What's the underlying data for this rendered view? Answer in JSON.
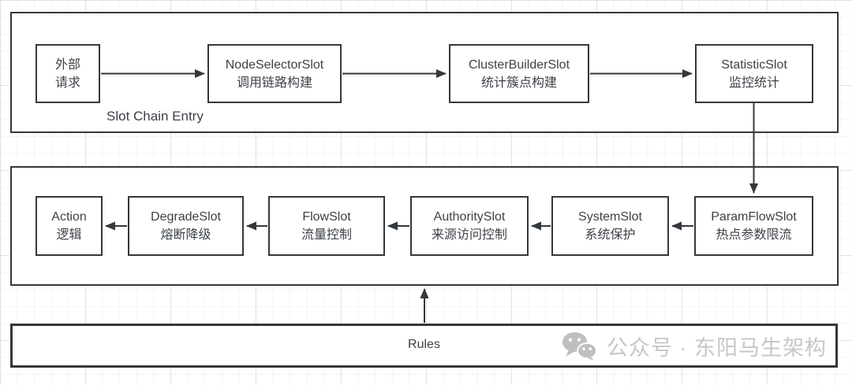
{
  "diagram": {
    "entry_container": {
      "label": "Slot Chain Entry",
      "nodes": [
        {
          "line1": "外部",
          "line2": "请求"
        },
        {
          "line1": "NodeSelectorSlot",
          "line2": "调用链路构建"
        },
        {
          "line1": "ClusterBuilderSlot",
          "line2": "统计簇点构建"
        },
        {
          "line1": "StatisticSlot",
          "line2": "监控统计"
        }
      ]
    },
    "rule_container": {
      "nodes": [
        {
          "line1": "Action",
          "line2": "逻辑"
        },
        {
          "line1": "DegradeSlot",
          "line2": "熔断降级"
        },
        {
          "line1": "FlowSlot",
          "line2": "流量控制"
        },
        {
          "line1": "AuthoritySlot",
          "line2": "来源访问控制"
        },
        {
          "line1": "SystemSlot",
          "line2": "系统保护"
        },
        {
          "line1": "ParamFlowSlot",
          "line2": "热点参数限流"
        }
      ]
    },
    "rules_label": "Rules",
    "watermark": {
      "icon": "wechat-icon",
      "text": "公众号 · 东阳马生架构"
    },
    "colors": {
      "line": "#33383d",
      "text": "#3d4248",
      "watermark": "#c7c7c7"
    }
  }
}
